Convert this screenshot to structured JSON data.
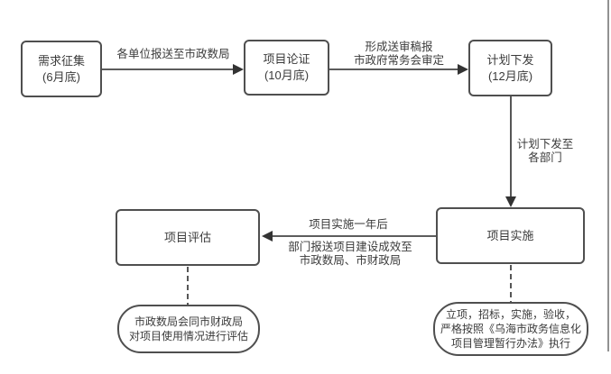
{
  "diagram": {
    "type": "flowchart",
    "colors": {
      "background": "#ffffff",
      "node_border": "#4f4f4f",
      "line": "#444444",
      "text": "#3b3b3b"
    },
    "nodes": {
      "demand": {
        "line1": "需求征集",
        "line2": "(6月底)"
      },
      "review": {
        "line1": "项目论证",
        "line2": "(10月底)"
      },
      "plan": {
        "line1": "计划下发",
        "line2": "(12月底)"
      },
      "implement": {
        "label": "项目实施"
      },
      "evaluate": {
        "label": "项目评估"
      }
    },
    "edge_labels": {
      "submit": "各单位报送至市政数局",
      "draft_line1": "形成送审稿报",
      "draft_line2": "市政府常务会审定",
      "dispatch_line1": "计划下发至",
      "dispatch_line2": "各部门",
      "one_year": "项目实施一年后",
      "report_line1": "部门报送项目建设成效至",
      "report_line2": "市政数局、市财政局"
    },
    "notes": {
      "evaluate_line1": "市政数局会同市财政局",
      "evaluate_line2": "对项目使用情况进行评估",
      "implement_line1": "立项，招标，实施，验收，",
      "implement_line2": "严格按照《乌海市政务信息化",
      "implement_line3": "项目管理暂行办法》执行"
    }
  }
}
